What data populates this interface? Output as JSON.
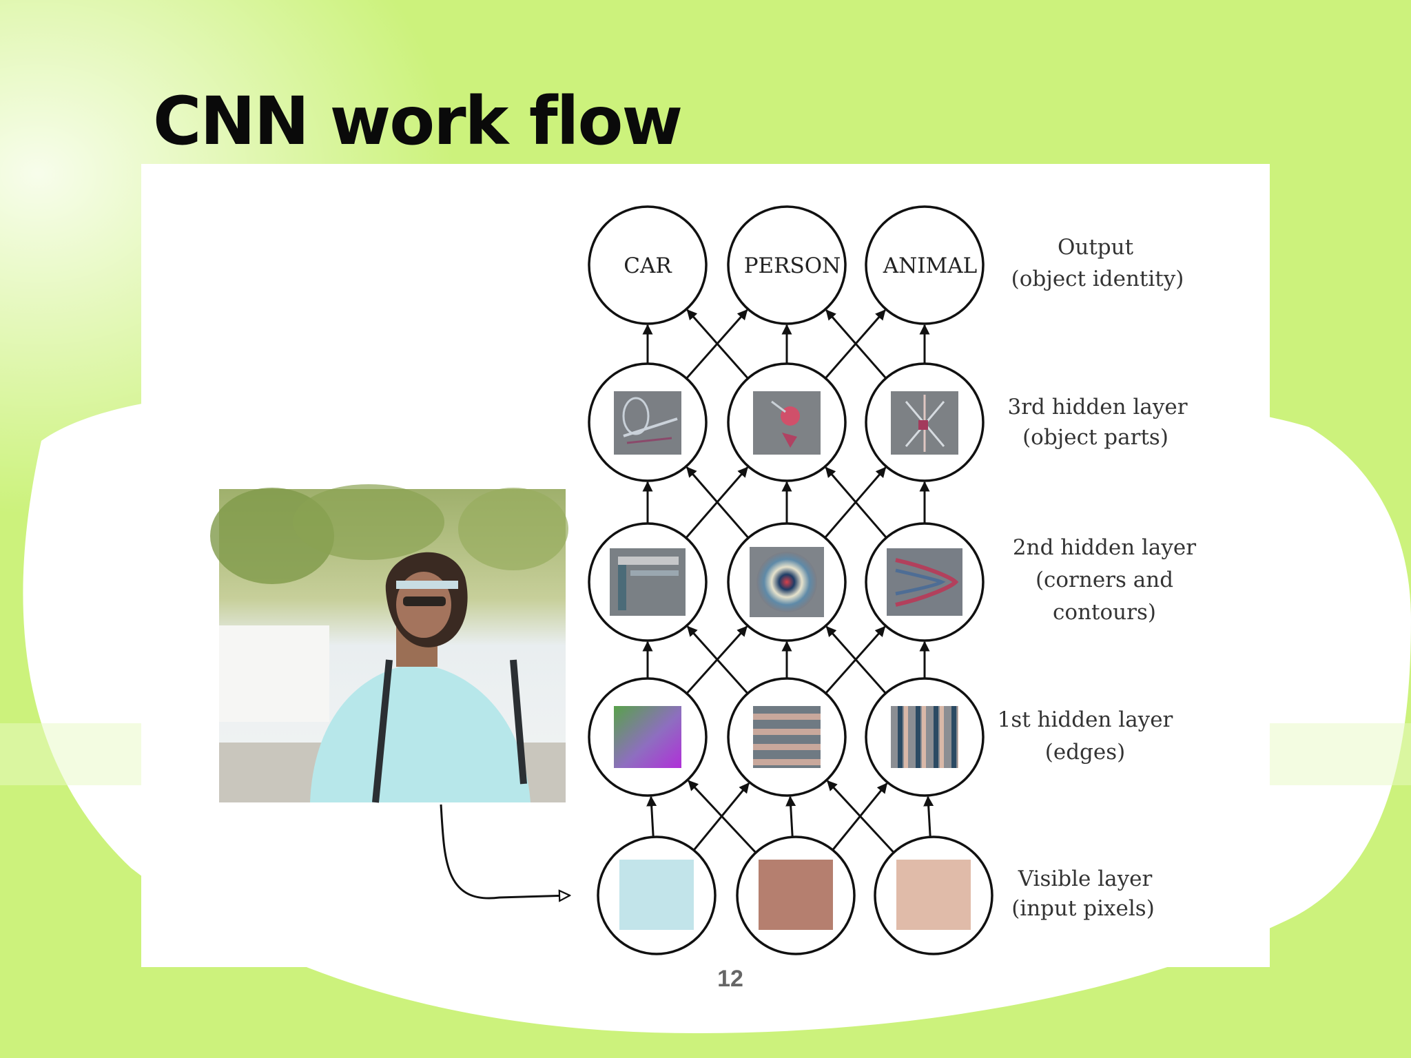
{
  "slide": {
    "title": "CNN work flow",
    "page_number": "12"
  },
  "diagram": {
    "output_nodes": [
      "CAR",
      "PERSON",
      "ANIMAL"
    ],
    "layer_labels": [
      {
        "id": "output",
        "lines": [
          "Output",
          "(object identity)"
        ]
      },
      {
        "id": "hidden3",
        "lines": [
          "3rd hidden layer",
          "(object parts)"
        ]
      },
      {
        "id": "hidden2",
        "lines": [
          "2nd hidden layer",
          "(corners and",
          "contours)"
        ]
      },
      {
        "id": "hidden1",
        "lines": [
          "1st hidden layer",
          "(edges)"
        ]
      },
      {
        "id": "visible",
        "lines": [
          "Visible layer",
          "(input pixels)"
        ]
      }
    ],
    "input_pixel_colors": [
      "#c2e4ea",
      "#b57f6f",
      "#e0bba9"
    ],
    "input_photo": "photo of a woman in a light blue t-shirt wearing a visor and sunglasses"
  },
  "colors": {
    "background": "#ccf27c",
    "panel": "#ffffff",
    "title": "#0a0a0a",
    "page_number": "#666666"
  }
}
